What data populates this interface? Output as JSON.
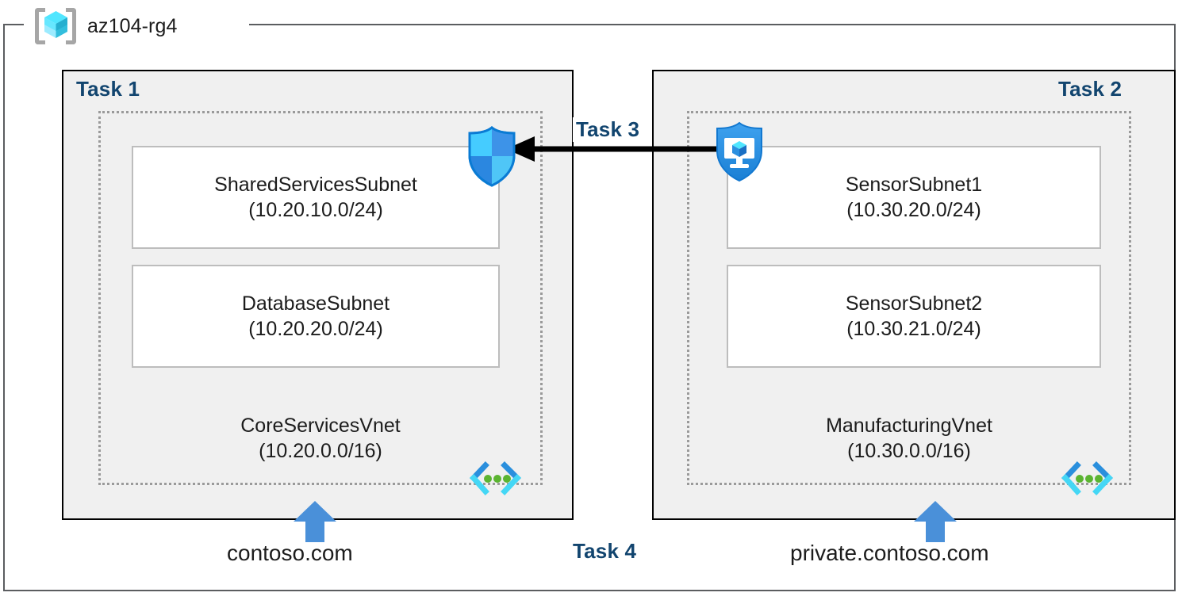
{
  "resource_group": {
    "name": "az104-rg4",
    "icon": "resource-group-cube-icon"
  },
  "colors": {
    "task_label": "#12456f",
    "panel_fill": "#f0f0f0",
    "panel_border": "#000000",
    "vnet_border": "#9a9a9a",
    "subnet_border": "#bdbdbd",
    "outer_border": "#5b5d60",
    "arrow_blue": "#4a90d9",
    "arrow_black": "#000000",
    "azure_cyan": "#32c8f0",
    "azure_green": "#5bb431"
  },
  "tasks": {
    "task1": "Task 1",
    "task2": "Task 2",
    "task3": "Task 3",
    "task4": "Task 4"
  },
  "left_panel": {
    "task_label": "Task 1",
    "vnet": {
      "name": "CoreServicesVnet",
      "cidr": "(10.20.0.0/16)",
      "icon": "virtual-network-icon"
    },
    "subnets": [
      {
        "name": "SharedServicesSubnet",
        "cidr": "(10.20.10.0/24)"
      },
      {
        "name": "DatabaseSubnet",
        "cidr": "(10.20.20.0/24)"
      }
    ],
    "dns_zone": "contoso.com",
    "security_icon": "firewall-shield-icon"
  },
  "right_panel": {
    "task_label": "Task 2",
    "vnet": {
      "name": "ManufacturingVnet",
      "cidr": "(10.30.0.0/16)",
      "icon": "virtual-network-icon"
    },
    "subnets": [
      {
        "name": "SensorSubnet1",
        "cidr": "(10.30.20.0/24)"
      },
      {
        "name": "SensorSubnet2",
        "cidr": "(10.30.21.0/24)"
      }
    ],
    "dns_zone": "private.contoso.com",
    "security_icon": "defender-shield-monitor-icon"
  },
  "connections": {
    "peering": {
      "label": "Task 3",
      "direction": "right-to-left",
      "icon": "left-arrow-icon"
    },
    "dns": {
      "label": "Task 4",
      "icon": "up-arrow-icon"
    }
  }
}
